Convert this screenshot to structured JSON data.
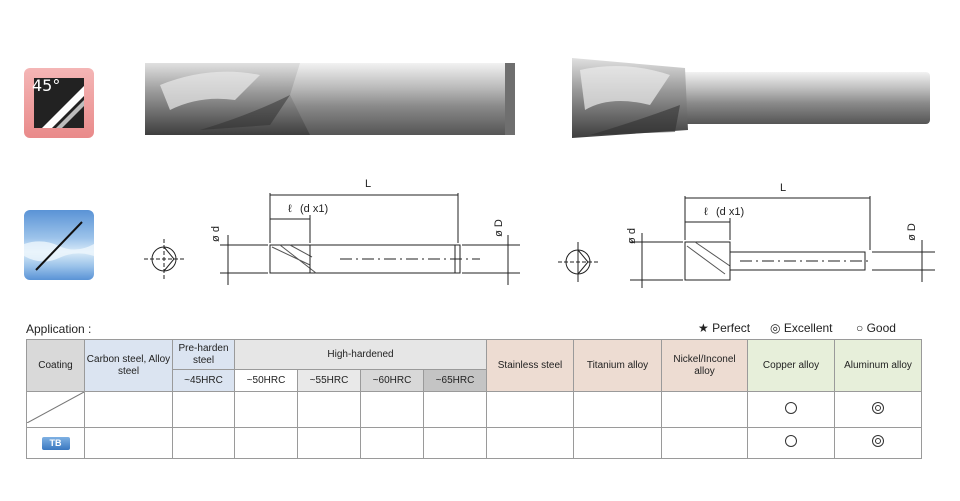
{
  "icons": {
    "helix_angle": "45°",
    "helix_icon": "helix-45-icon",
    "cutting_icon": "wave-cut-icon"
  },
  "drawing_left": {
    "L": "L",
    "l": "ℓ",
    "l_note": "(d x1)",
    "d": "ø d",
    "D": "ø D"
  },
  "drawing_right": {
    "L": "L",
    "l": "ℓ",
    "l_note": "(d x1)",
    "d": "ø d",
    "D": "ø D"
  },
  "application_label": "Application :",
  "legend": {
    "perfect_symbol": "★",
    "perfect": "Perfect",
    "excellent_symbol": "◎",
    "excellent": "Excellent",
    "good_symbol": "○",
    "good": "Good"
  },
  "table": {
    "coating": "Coating",
    "carbon_steel": "Carbon steel, Alloy steel",
    "pre_harden": "Pre-harden steel",
    "high_hardened": "High-hardened",
    "hrc45": "~45HRC",
    "hrc50": "~50HRC",
    "hrc55": "~55HRC",
    "hrc60": "~60HRC",
    "hrc65": "~65HRC",
    "stainless": "Stainless steel",
    "titanium": "Titanium alloy",
    "nickel": "Nickel/Inconel alloy",
    "copper": "Copper alloy",
    "aluminum": "Aluminum alloy",
    "row_tb_label": "TB"
  },
  "colors": {
    "header_gray": "#d9d9d9",
    "header_blue": "#dbe4f1",
    "header_tan": "#eddcd2",
    "header_green": "#e7efda"
  }
}
